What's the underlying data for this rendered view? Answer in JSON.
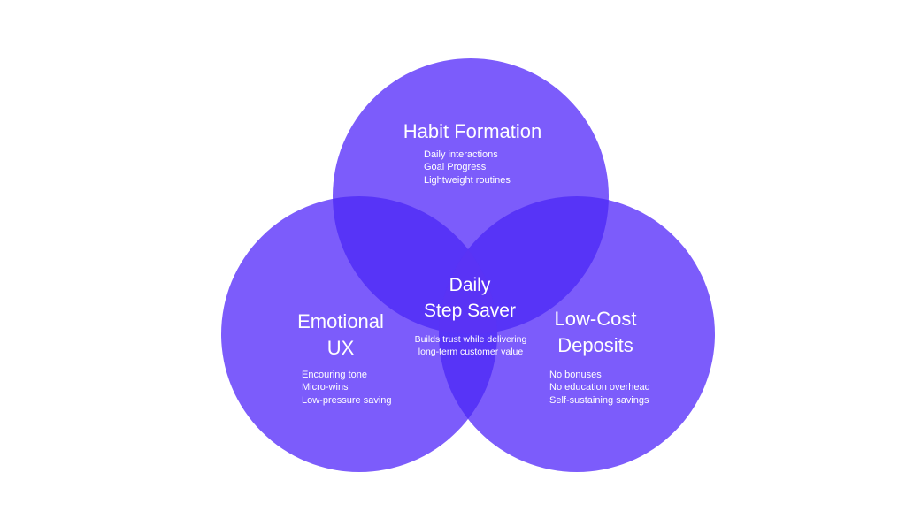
{
  "colors": {
    "background": "#ffffff",
    "circle_fill": "#7c5cfb",
    "overlap_pair": "#5734f7",
    "overlap_center": "#5a33f5",
    "text": "#ffffff"
  },
  "circles": {
    "habit": {
      "title": "Habit Formation",
      "items": [
        "Daily interactions",
        "Goal Progress",
        "Lightweight routines"
      ]
    },
    "emotional": {
      "title_line1": "Emotional",
      "title_line2": "UX",
      "items": [
        "Encouring tone",
        "Micro-wins",
        "Low-pressure saving"
      ]
    },
    "lowcost": {
      "title_line1": "Low-Cost",
      "title_line2": "Deposits",
      "items": [
        "No bonuses",
        "No education overhead",
        "Self-sustaining savings"
      ]
    }
  },
  "center": {
    "title_line1": "Daily",
    "title_line2": "Step Saver",
    "subtitle_line1": "Builds trust while delivering",
    "subtitle_line2": "long-term customer value"
  }
}
